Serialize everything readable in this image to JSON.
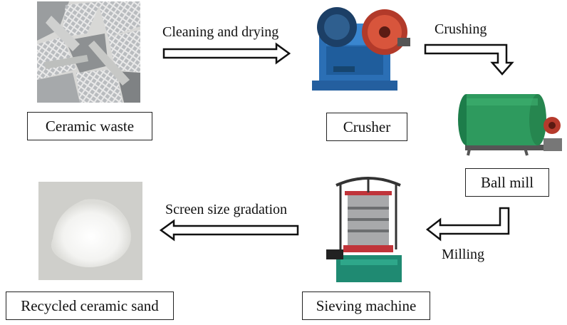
{
  "stages": {
    "ceramic_waste": "Ceramic waste",
    "crusher": "Crusher",
    "ball_mill": "Ball mill",
    "sieving_machine": "Sieving machine",
    "recycled_sand": "Recycled ceramic sand"
  },
  "processes": {
    "cleaning": "Cleaning and drying",
    "crushing": "Crushing",
    "milling": "Milling",
    "screening": "Screen size gradation"
  }
}
